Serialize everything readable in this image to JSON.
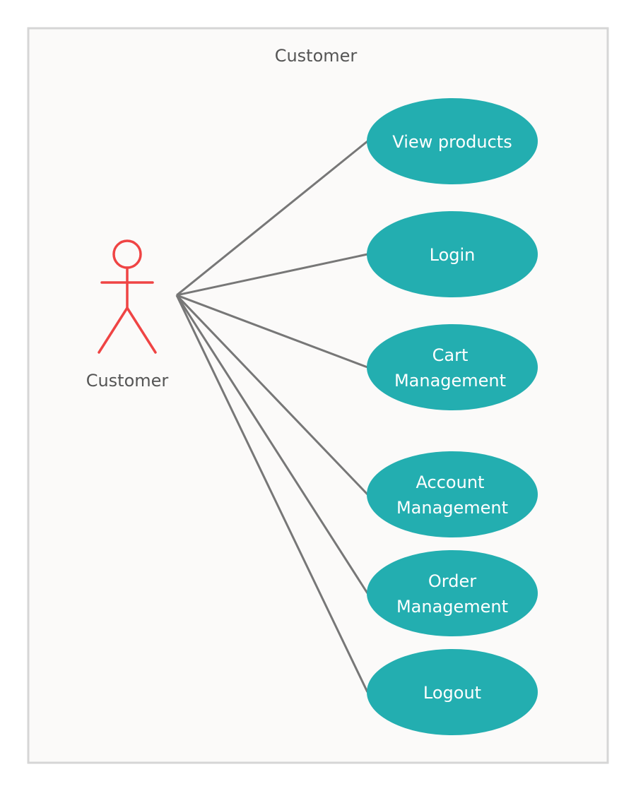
{
  "diagram": {
    "type": "use-case",
    "boundary": {
      "title": "Customer"
    },
    "actor": {
      "label": "Customer",
      "color": "#ef4444"
    },
    "use_cases": [
      {
        "id": "view-products",
        "lines": [
          "View products"
        ]
      },
      {
        "id": "login",
        "lines": [
          "Login"
        ]
      },
      {
        "id": "cart-management",
        "lines": [
          "Cart",
          "Management"
        ]
      },
      {
        "id": "account-management",
        "lines": [
          "Account",
          "Management"
        ]
      },
      {
        "id": "order-management",
        "lines": [
          "Order",
          "Management"
        ]
      },
      {
        "id": "logout",
        "lines": [
          "Logout"
        ]
      }
    ],
    "colors": {
      "use_case_fill": "#23aeb0",
      "connector": "#777777",
      "boundary_stroke": "#d6d6d6",
      "boundary_fill": "#fbfaf9",
      "text_dark": "#555555",
      "text_light": "#ffffff"
    }
  }
}
